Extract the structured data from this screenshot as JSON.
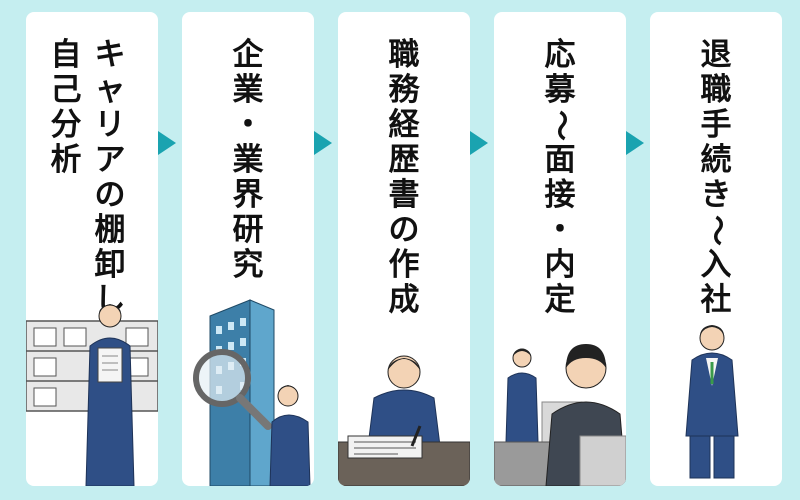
{
  "steps": [
    {
      "lines": [
        "キャリアの棚卸し",
        "自己分析"
      ],
      "icon": "self-analysis-illustration"
    },
    {
      "lines": [
        "企業・業界研究"
      ],
      "icon": "company-research-illustration"
    },
    {
      "lines": [
        "職務経歴書の作成"
      ],
      "icon": "resume-writing-illustration"
    },
    {
      "lines": [
        "応募～面接・内定"
      ],
      "icon": "interview-illustration"
    },
    {
      "lines": [
        "退職手続き～入社"
      ],
      "icon": "resignation-illustration"
    }
  ],
  "colors": {
    "background": "#c5eef0",
    "card": "#ffffff",
    "arrow": "#1aa3b0",
    "suit": "#2f4f86"
  }
}
